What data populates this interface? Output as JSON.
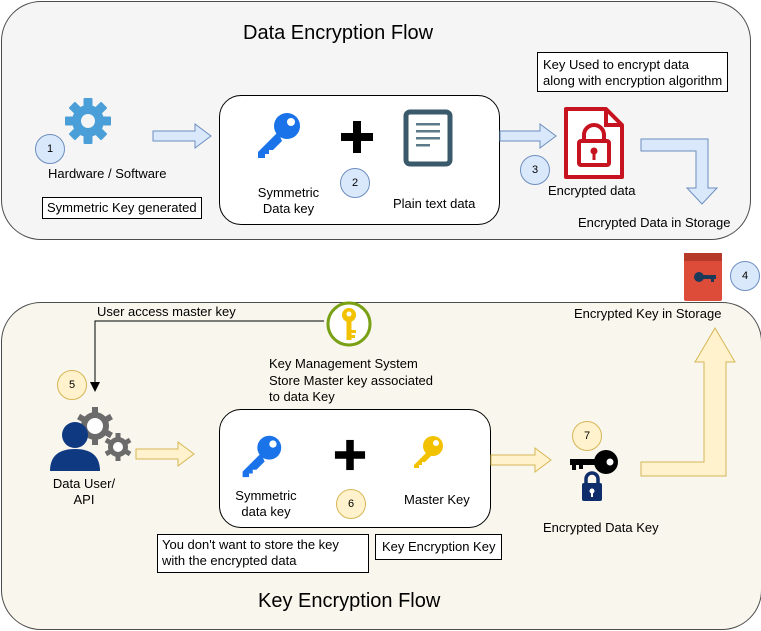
{
  "top_section": {
    "title": "Data Encryption Flow",
    "source_label": "Hardware / Software",
    "symmetric_key_generated": "Symmetric Key generated",
    "symmetric_data_key": "Symmetric\nData key",
    "plain_text_data": "Plain text data",
    "key_used_note": "Key Used to encrypt data\nalong with encryption algorithm",
    "encrypted_data": "Encrypted data",
    "encrypted_data_in_storage": "Encrypted Data in Storage"
  },
  "storage": {
    "encrypted_key_in_storage": "Encrypted Key in Storage"
  },
  "bottom_section": {
    "title": "Key Encryption Flow",
    "user_access_master_key": "User access master key",
    "kms_label": "Key Management System\nStore Master key associated\nto data Key",
    "data_user_api": "Data User/\nAPI",
    "symmetric_data_key": "Symmetric\ndata key",
    "master_key": "Master Key",
    "encrypted_data_key": "Encrypted Data Key",
    "dont_store_note": "You don't want to store the key\n with the encrypted data",
    "key_encryption_key": "Key Encryption Key"
  },
  "steps": [
    "1",
    "2",
    "3",
    "4",
    "5",
    "6",
    "7"
  ],
  "colors": {
    "top_panel_fill": "#f5f5f5",
    "bottom_panel_fill": "#f9f7ed",
    "blue_arrow": "#dae8fc",
    "yellow_arrow": "#fff2cc",
    "key_blue": "#1a73e8",
    "encrypted_red": "#c7131f",
    "storage_red": "#dd4b39",
    "gold_key": "#f2c200"
  },
  "icons": [
    "gear-icon",
    "key-icon",
    "plus-icon",
    "document-icon",
    "encrypted-file-icon",
    "storage-icon",
    "kms-key-icon",
    "user-gears-icon",
    "master-key-icon",
    "encrypted-key-icon"
  ]
}
